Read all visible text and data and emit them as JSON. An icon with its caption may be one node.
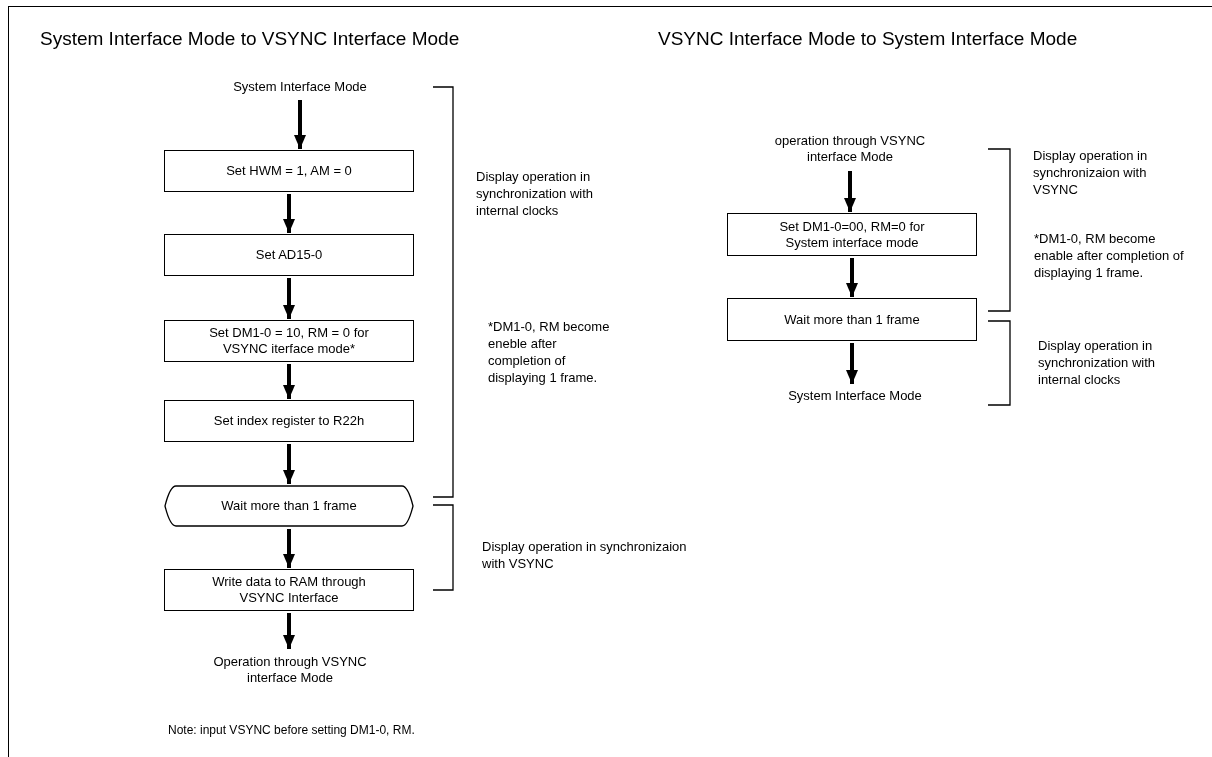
{
  "diagram": {
    "nodes": [
      {
        "text": [
          "System Interface Mode"
        ]
      },
      {
        "text": [
          "Set HWM = 1, AM = 0"
        ]
      },
      {
        "text": [
          "Set AD15-0"
        ]
      },
      {
        "text": [
          "Set DM1-0 = 10, RM = 0 for VSYNC iterface mode*"
        ]
      },
      {
        "text": [
          "Set index register to R22h"
        ]
      },
      {
        "text": [
          "Wait more than 1 frame"
        ]
      },
      {
        "text": [
          "Write data to RAM through VSYNC Interface"
        ]
      },
      {
        "text": [
          "Operation through VSYNC interface Mode"
        ]
      },
      {
        "text": [
          "operation through VSYNC interface Mode"
        ]
      },
      {
        "text": [
          "Set DM1-0=00, RM=0 for System interface mode"
        ]
      },
      {
        "text": [
          "Wait more than 1 frame"
        ]
      },
      {
        "text": [
          "System Interface Mode"
        ]
      }
    ],
    "edges": [
      {
        "from": 0,
        "to": 1,
        "arrow": "to"
      },
      {
        "from": 1,
        "to": 2,
        "arrow": "to"
      },
      {
        "from": 2,
        "to": 3,
        "arrow": "to"
      },
      {
        "from": 3,
        "to": 4,
        "arrow": "to"
      },
      {
        "from": 4,
        "to": 5,
        "arrow": "to"
      },
      {
        "from": 5,
        "to": 6,
        "arrow": "to"
      },
      {
        "from": 6,
        "to": 7,
        "arrow": "to"
      },
      {
        "from": 8,
        "to": 9,
        "arrow": "to"
      },
      {
        "from": 9,
        "to": 10,
        "arrow": "to"
      },
      {
        "from": 10,
        "to": 11,
        "arrow": "to"
      }
    ],
    "labels": [
      "System Interface Mode to VSYNC Interface Mode",
      "VSYNC Interface Mode to System Interface Mode",
      "Display operation in synchronization with internal clocks",
      "*DM1-0, RM become eneble after completion of displaying 1 frame.",
      "Display operation in synchronizaion with VSYNC",
      "Display operation in synchronizaion with VSYNC",
      "*DM1-0, RM become enable after completion of displaying 1 frame.",
      "Display operation in synchronization with internal clocks",
      "Note: input VSYNC before setting DM1-0, RM."
    ]
  }
}
